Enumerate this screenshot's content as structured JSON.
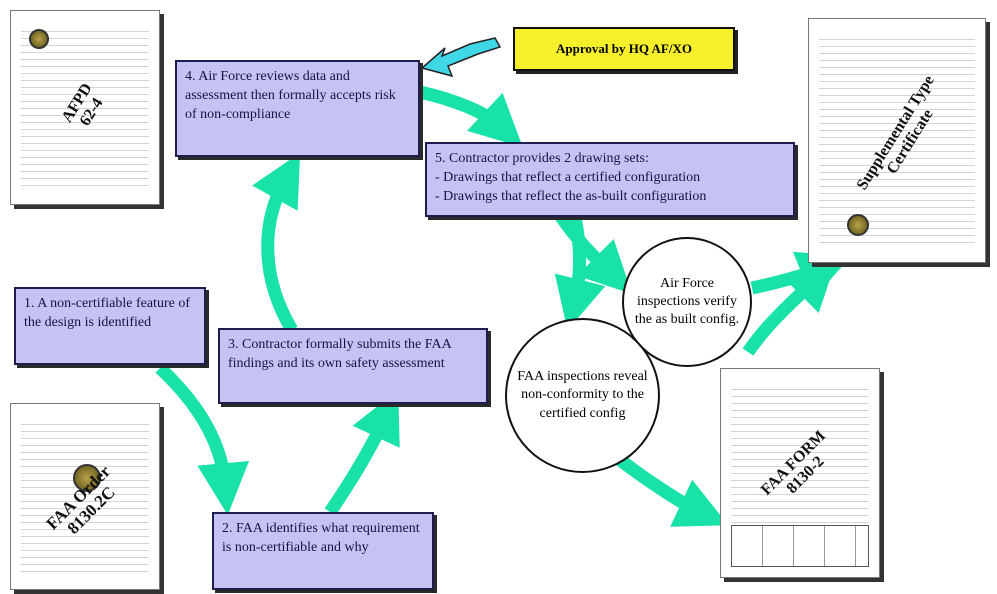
{
  "steps": {
    "s1": "1. A non-certifiable feature of the design is identified",
    "s2": "2. FAA identifies what requirement is non-certifiable and why",
    "s3": "3. Contractor formally submits the FAA findings and its own safety assessment",
    "s4": "4. Air Force reviews data and assessment then formally accepts risk of non-compliance",
    "s5_title": "5. Contractor provides 2 drawing sets:",
    "s5_line1": "- Drawings that reflect a certified configuration",
    "s5_line2": "- Drawings that reflect the as-built configuration"
  },
  "callout": "Approval by HQ AF/XO",
  "circles": {
    "af": "Air Force inspections verify the as built config.",
    "faa": "FAA inspections reveal non-conformity to the certified config"
  },
  "documents": {
    "afpd": "AFPD\n62-4",
    "order": "FAA Order\n8130.2C",
    "form": "FAA FORM\n8130-2",
    "stc": "Supplemental Type\nCertificate"
  },
  "colors": {
    "arrow": "#19e2a8",
    "box": "#c6c3f2",
    "callout": "#f6f02a",
    "pointer": "#3fd6e6"
  }
}
